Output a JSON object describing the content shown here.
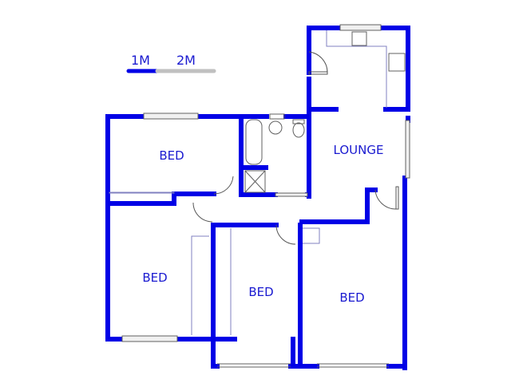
{
  "scale_bar": {
    "label_1": "1M",
    "label_2": "2M",
    "color_primary": "#0000e6",
    "color_secondary": "#c0c0c0"
  },
  "rooms": [
    {
      "name": "bed-top-left",
      "label": "BED"
    },
    {
      "name": "bed-bottom-left",
      "label": "BED"
    },
    {
      "name": "bed-middle",
      "label": "BED"
    },
    {
      "name": "bed-right",
      "label": "BED"
    },
    {
      "name": "lounge",
      "label": "LOUNGE"
    }
  ],
  "colors": {
    "wall": "#0000e6",
    "label": "#1a1ad0",
    "fixture_line": "#8080c0",
    "window": "#808080",
    "door_arc": "#555555"
  }
}
